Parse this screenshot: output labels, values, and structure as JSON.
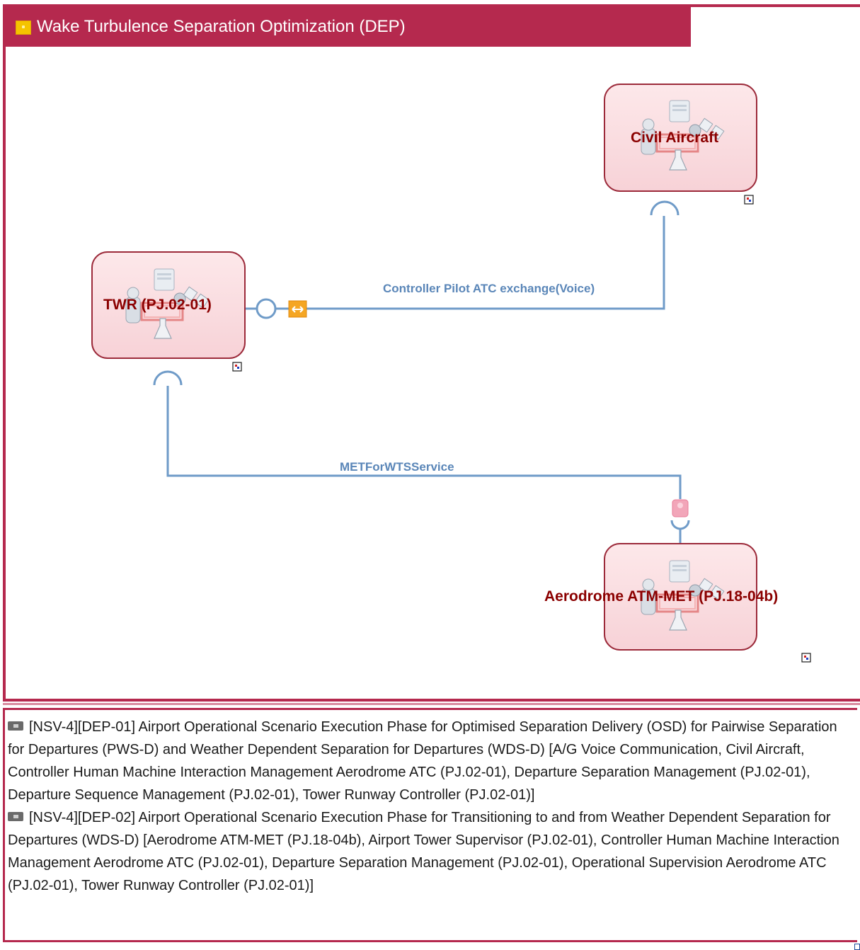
{
  "diagram": {
    "title": "Wake Turbulence Separation Optimization (DEP)",
    "nodes": {
      "civil_aircraft": "Civil Aircraft",
      "twr": "TWR (PJ.02-01)",
      "aerodrome": "Aerodrome ATM-MET (PJ.18-04b)"
    },
    "connectors": {
      "voice": "Controller Pilot ATC exchange(Voice)",
      "met": "METForWTSService"
    },
    "colors": {
      "frame": "#b5294e",
      "node_fill": "#fbe3e6",
      "node_border": "#9c2a3a",
      "node_label": "#8b0000",
      "connector": "#6f9bc8",
      "connector_label": "#5a86b8",
      "port_orange": "#f5a623"
    }
  },
  "notes": [
    {
      "icon": "note-icon",
      "text": "[NSV-4][DEP-01] Airport Operational Scenario Execution Phase for Optimised Separation Delivery (OSD) for Pairwise Separation for Departures (PWS-D) and Weather Dependent Separation for Departures (WDS-D) [A/G Voice Communication, Civil Aircraft, Controller Human Machine Interaction Management Aerodrome ATC (PJ.02-01), Departure Separation Management (PJ.02-01), Departure Sequence Management (PJ.02-01), Tower Runway Controller (PJ.02-01)]"
    },
    {
      "icon": "note-icon",
      "text": "[NSV-4][DEP-02] Airport Operational Scenario Execution Phase for Transitioning to and from Weather Dependent Separation for Departures (WDS-D) [Aerodrome ATM-MET (PJ.18-04b), Airport Tower Supervisor (PJ.02-01), Controller Human Machine Interaction Management Aerodrome ATC (PJ.02-01), Departure Separation Management (PJ.02-01), Operational Supervision Aerodrome ATC (PJ.02-01), Tower Runway Controller (PJ.02-01)]"
    }
  ]
}
